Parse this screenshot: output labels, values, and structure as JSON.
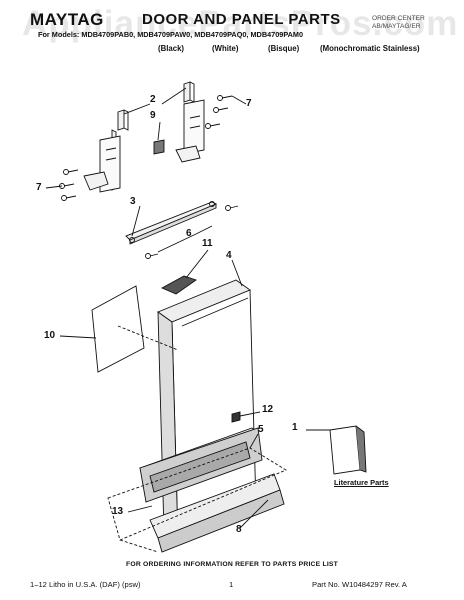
{
  "header": {
    "watermark": "AppliancePartsPros.com",
    "brand": "MAYTAG",
    "title": "DOOR AND PANEL PARTS",
    "section_line1": "For Models:",
    "section_line2": "ORDER CENTER",
    "section_line3": "AB/MAYTAG/ER",
    "models": "For Models: MDB4709PAB0, MDB4709PAW0, MDB4709PAQ0, MDB4709PAM0",
    "variants": [
      "(Black)",
      "(White)",
      "(Bisque)",
      "(Monochromatic Stainless)"
    ]
  },
  "callouts": {
    "c1": "1",
    "c2": "2",
    "c3": "3",
    "c4": "4",
    "c5": "5",
    "c6": "6",
    "c7a": "7",
    "c7b": "7",
    "c8": "8",
    "c9": "9",
    "c10": "10",
    "c11": "11",
    "c12": "12",
    "c13": "13"
  },
  "literature_label": "Literature Parts",
  "footer": {
    "note": "FOR ORDERING INFORMATION REFER TO PARTS PRICE LIST",
    "left": "1–12 Litho in U.S.A. (DAF) (psw)",
    "page": "1",
    "right": "Part No. W10484297 Rev. A"
  }
}
